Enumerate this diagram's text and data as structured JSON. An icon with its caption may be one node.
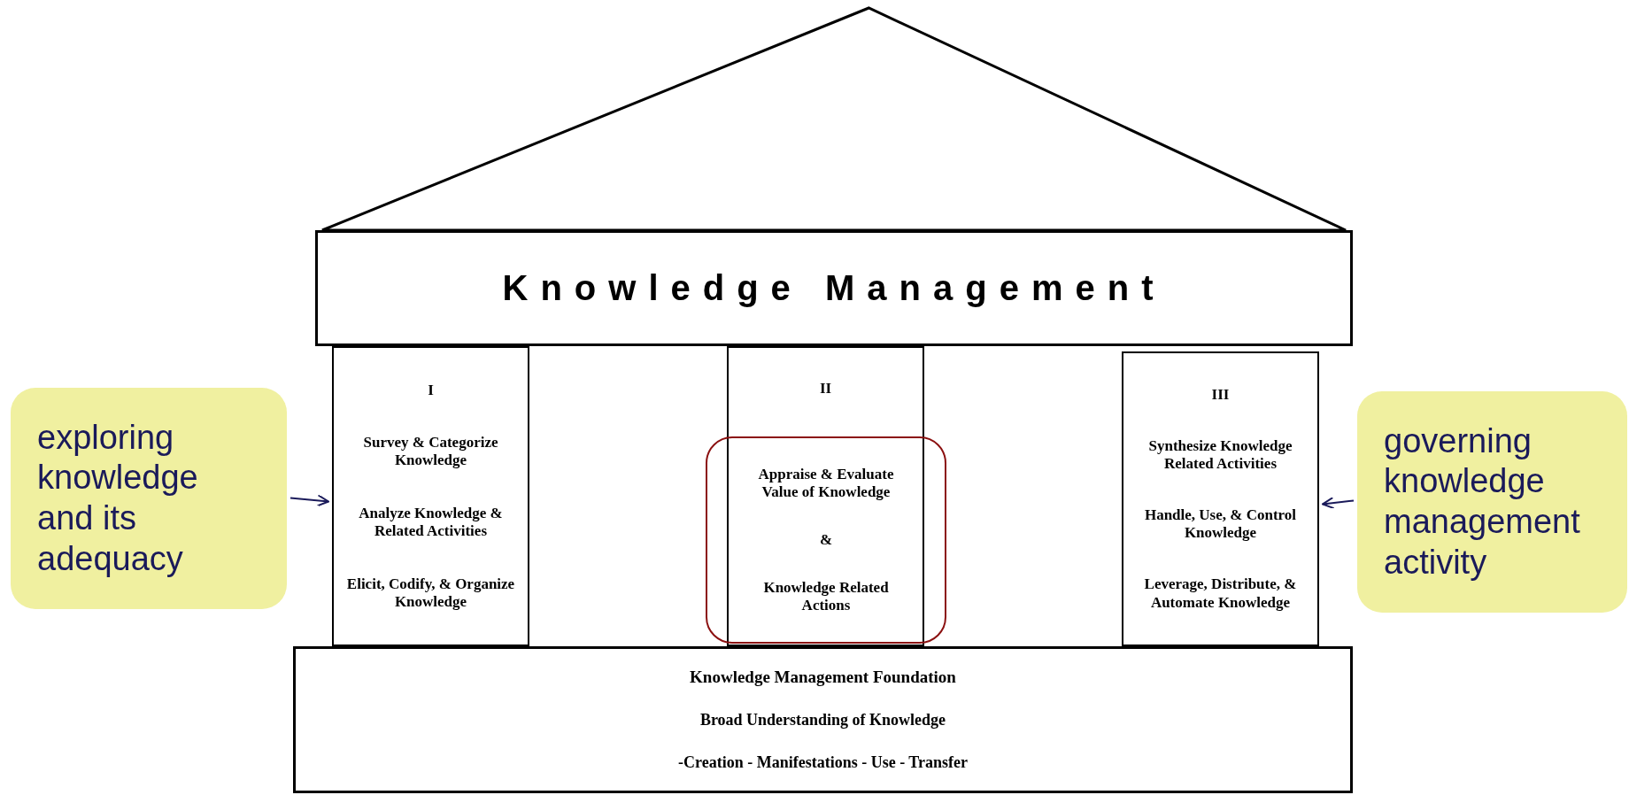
{
  "diagram": {
    "nodes": [
      {
        "text": [],
        "shape": "triangle"
      },
      {
        "text": [
          "Knowledge Management"
        ]
      },
      {
        "text": [
          "I",
          "Survey & Categorize Knowledge",
          "Analyze Knowledge & Related Activities",
          "Elicit, Codify, & Organize Knowledge"
        ]
      },
      {
        "text": [
          "II"
        ]
      },
      {
        "text": [
          "Appraise & Evaluate Value of Knowledge",
          "&",
          "Knowledge Related Actions"
        ]
      },
      {
        "text": [
          "III",
          "Synthesize Knowledge Related Activities",
          "Handle, Use, & Control Knowledge",
          "Leverage, Distribute, & Automate Knowledge"
        ]
      },
      {
        "text": [
          "Knowledge Management Foundation",
          "Broad Understanding of Knowledge",
          "-Creation - Manifestations - Use - Transfer"
        ]
      },
      {
        "text": [
          "exploring knowledge and its adequacy"
        ]
      },
      {
        "text": [
          "governing knowledge management activity"
        ]
      }
    ],
    "edges": [
      {
        "from": 7,
        "to": 2,
        "arrow": "to",
        "color": "#1a1a5a"
      },
      {
        "from": 8,
        "to": 5,
        "arrow": "to",
        "color": "#1a1a5a"
      }
    ]
  }
}
